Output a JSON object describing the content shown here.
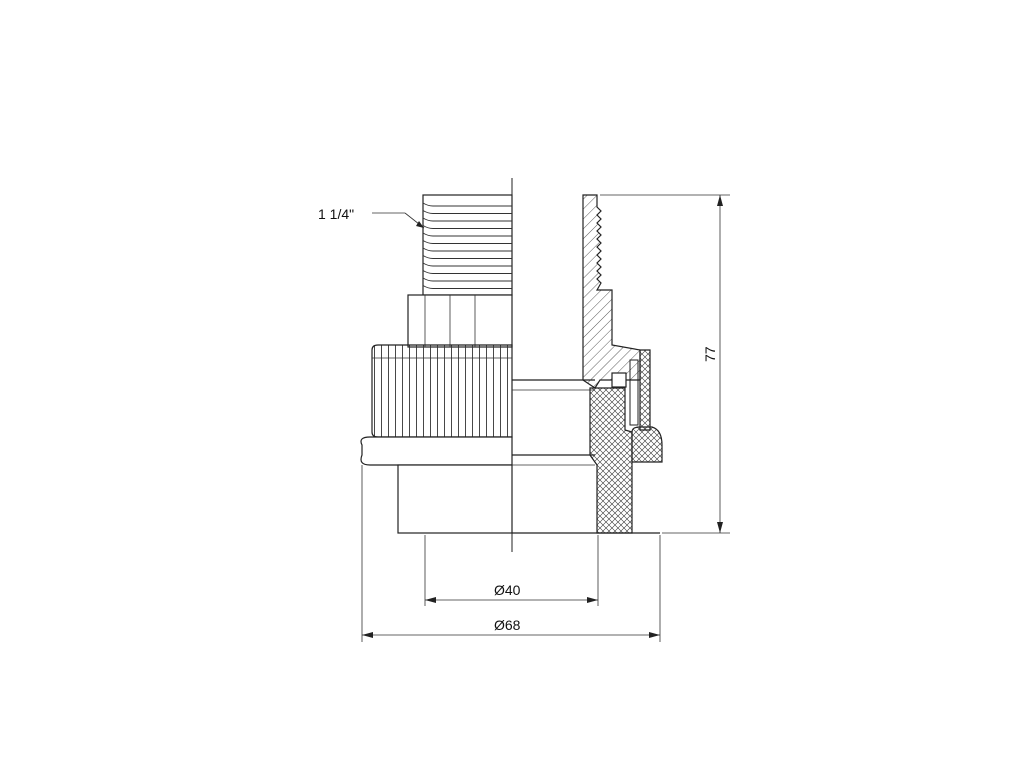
{
  "drawing": {
    "thread_label": "1 1/4\"",
    "dimension_height": "77",
    "dimension_inner_diameter": "Ø40",
    "dimension_outer_diameter": "Ø68"
  },
  "colors": {
    "line": "#222222",
    "background": "#ffffff"
  }
}
